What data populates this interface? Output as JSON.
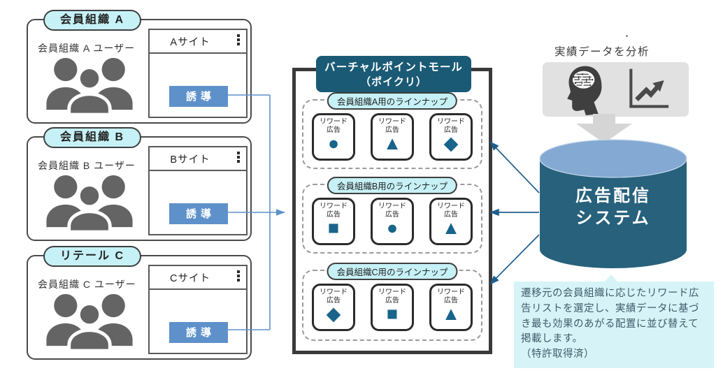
{
  "colors": {
    "accent_blue": "#5e91ca",
    "deep_teal_header": "#1a5a75",
    "shape_blue": "#19648a",
    "cyan_pill": "#c6f1f6",
    "note_bg": "#d6f4f8",
    "cylinder_body": "#27617b",
    "cylinder_top": "#84a9d2",
    "arrow_dark_blue": "#1e5e8d"
  },
  "orgs": [
    {
      "label": "会員組織 A",
      "users_label": "会員組織 A ユーザー",
      "site_title": "Aサイト",
      "button_label": "誘導"
    },
    {
      "label": "会員組織 B",
      "users_label": "会員組織 B ユーザー",
      "site_title": "Bサイト",
      "button_label": "誘導"
    },
    {
      "label": "リテール C",
      "users_label": "会員組織 C ユーザー",
      "site_title": "Cサイト",
      "button_label": "誘導"
    }
  ],
  "mall": {
    "title_line1": "バーチャルポイントモール",
    "title_line2": "（ポイクリ）",
    "lineups": [
      {
        "label": "会員組織A用のラインナップ",
        "ads": [
          {
            "line1": "リワード",
            "line2": "広告",
            "shape": "●",
            "shape_name": "circle"
          },
          {
            "line1": "リワード",
            "line2": "広告",
            "shape": "▲",
            "shape_name": "triangle"
          },
          {
            "line1": "リワード",
            "line2": "広告",
            "shape": "◆",
            "shape_name": "diamond"
          }
        ]
      },
      {
        "label": "会員組織B用のラインナップ",
        "ads": [
          {
            "line1": "リワード",
            "line2": "広告",
            "shape": "■",
            "shape_name": "square"
          },
          {
            "line1": "リワード",
            "line2": "広告",
            "shape": "●",
            "shape_name": "circle"
          },
          {
            "line1": "リワード",
            "line2": "広告",
            "shape": "▲",
            "shape_name": "triangle"
          }
        ]
      },
      {
        "label": "会員組織C用のラインナップ",
        "ads": [
          {
            "line1": "リワード",
            "line2": "広告",
            "shape": "◆",
            "shape_name": "diamond"
          },
          {
            "line1": "リワード",
            "line2": "広告",
            "shape": "■",
            "shape_name": "square"
          },
          {
            "line1": "リワード",
            "line2": "広告",
            "shape": "▲",
            "shape_name": "triangle"
          }
        ]
      }
    ]
  },
  "analysis": {
    "caption": "実績データを分析"
  },
  "delivery_system": {
    "title_line1": "広告配信",
    "title_line2": "システム"
  },
  "note": {
    "body": "遷移元の会員組織に応じたリワード広告リストを選定し、実績データに基づき最も効果のあがる配置に並び替えて掲載します。",
    "patent": "（特許取得済）"
  }
}
